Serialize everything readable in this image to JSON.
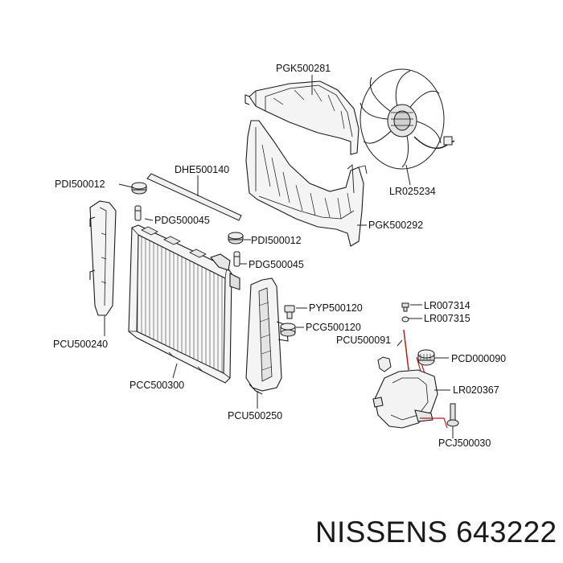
{
  "parts": [
    {
      "id": "pgk500281",
      "label": "PGK500281"
    },
    {
      "id": "lr025234",
      "label": "LR025234"
    },
    {
      "id": "dhe500140",
      "label": "DHE500140"
    },
    {
      "id": "pdi500012-a",
      "label": "PDI500012"
    },
    {
      "id": "pdg500045-a",
      "label": "PDG500045"
    },
    {
      "id": "pgk500292",
      "label": "PGK500292"
    },
    {
      "id": "pdi500012-b",
      "label": "PDI500012"
    },
    {
      "id": "pdg500045-b",
      "label": "PDG500045"
    },
    {
      "id": "pyp500120",
      "label": "PYP500120"
    },
    {
      "id": "lr007314",
      "label": "LR007314"
    },
    {
      "id": "lr007315",
      "label": "LR007315"
    },
    {
      "id": "pcg500120",
      "label": "PCG500120"
    },
    {
      "id": "pcu500091",
      "label": "PCU500091"
    },
    {
      "id": "pcd000090",
      "label": "PCD000090"
    },
    {
      "id": "pcu500240",
      "label": "PCU500240"
    },
    {
      "id": "lr020367",
      "label": "LR020367"
    },
    {
      "id": "pcc500300",
      "label": "PCC500300"
    },
    {
      "id": "pcu500250",
      "label": "PCU500250"
    },
    {
      "id": "pcj500030",
      "label": "PCJ500030"
    }
  ],
  "brand": "NISSENS 643222",
  "colors": {
    "line": "#1a1a1a",
    "fill": "#f4f4f4",
    "leader": "#222222",
    "hose": "#b22222"
  }
}
